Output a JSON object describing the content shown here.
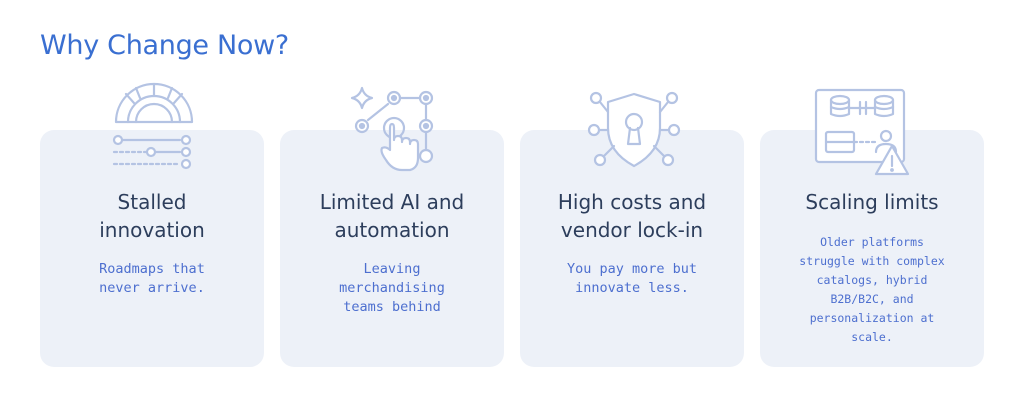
{
  "heading": "Why Change Now?",
  "accent_color": "#3a6fd1",
  "card_bg_color": "#edf1f8",
  "cards": [
    {
      "icon": "speedometer-icon",
      "title": "Stalled innovation",
      "description": "Roadmaps that never arrive."
    },
    {
      "icon": "touch-network-icon",
      "title": "Limited AI and automation",
      "description": "Leaving merchandising teams behind"
    },
    {
      "icon": "shield-lock-icon",
      "title": "High costs and vendor lock-in",
      "description": "You pay more but innovate less."
    },
    {
      "icon": "database-warning-icon",
      "title": "Scaling limits",
      "description": "Older platforms struggle with complex catalogs, hybrid B2B/B2C, and personalization at scale."
    }
  ]
}
